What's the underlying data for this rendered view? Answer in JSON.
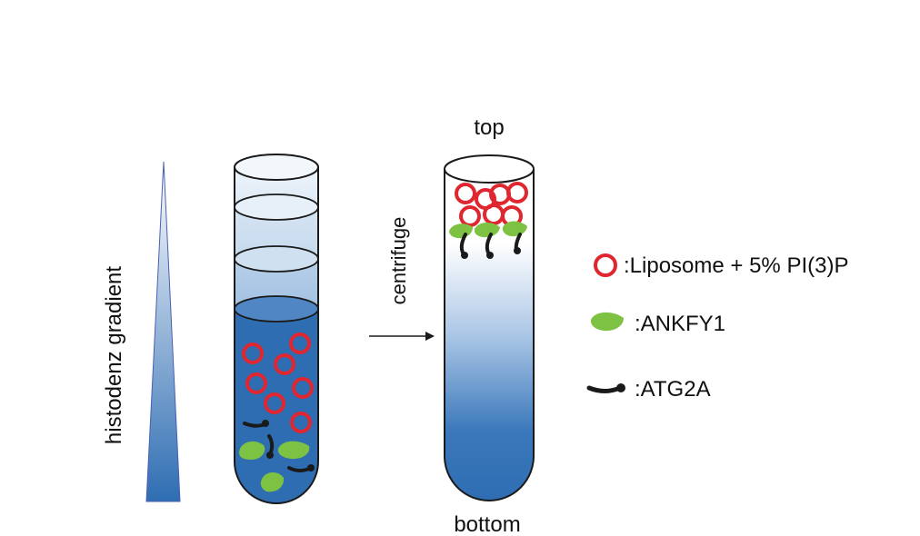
{
  "labels": {
    "gradient": "histodenz gradient",
    "centrifuge": "centrifuge",
    "top": "top",
    "bottom": "bottom"
  },
  "legend": [
    {
      "icon": "liposome-icon",
      "text": ":Liposome + 5% PI(3)P"
    },
    {
      "icon": "ankfy1-icon",
      "text": ":ANKFY1"
    },
    {
      "icon": "atg2a-icon",
      "text": ":ATG2A"
    }
  ],
  "colors": {
    "liposome": "#e0262e",
    "ankfy1": "#7dc242",
    "atg2a": "#1a1a1a",
    "gradient_dark": "#2e6db2",
    "gradient_light": "#ffffff",
    "tube_outline": "#1a1a1a"
  }
}
